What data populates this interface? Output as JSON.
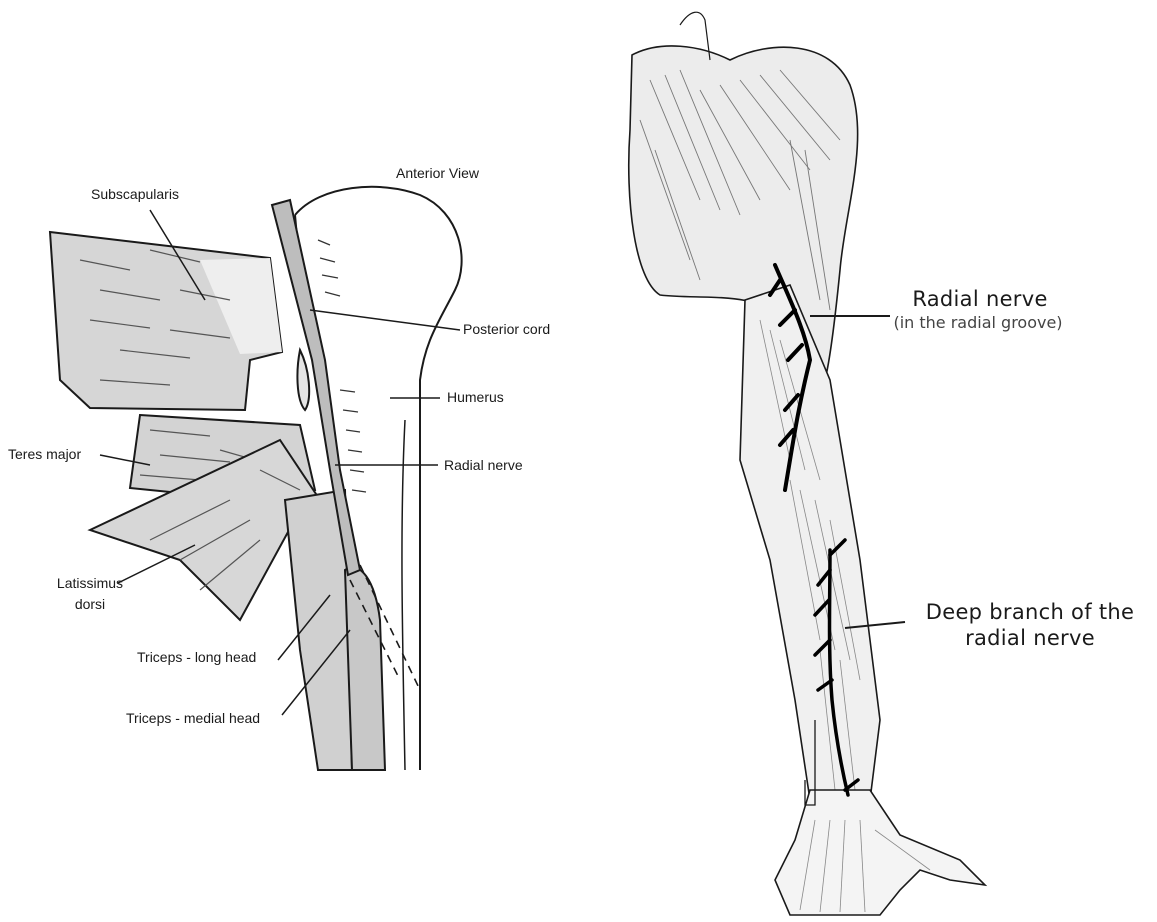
{
  "left_figure": {
    "view_title": "Anterior View",
    "labels": {
      "subscapularis": "Subscapularis",
      "posterior_cord": "Posterior cord",
      "humerus": "Humerus",
      "teres_major": "Teres major",
      "radial_nerve": "Radial nerve",
      "latissimus_line1": "Latissimus",
      "latissimus_line2": "dorsi",
      "triceps_long": "Triceps - long head",
      "triceps_medial": "Triceps - medial head"
    }
  },
  "right_figure": {
    "radial_nerve_title": "Radial nerve",
    "radial_nerve_sub": "(in the radial groove)",
    "deep_branch_line1": "Deep branch of the",
    "deep_branch_line2": "radial nerve"
  },
  "colors": {
    "muscle_fill": "#d9d9d9",
    "nerve_fill": "#bdbdbd",
    "outline": "#1a1a1a",
    "nerve_dark": "#000000"
  }
}
